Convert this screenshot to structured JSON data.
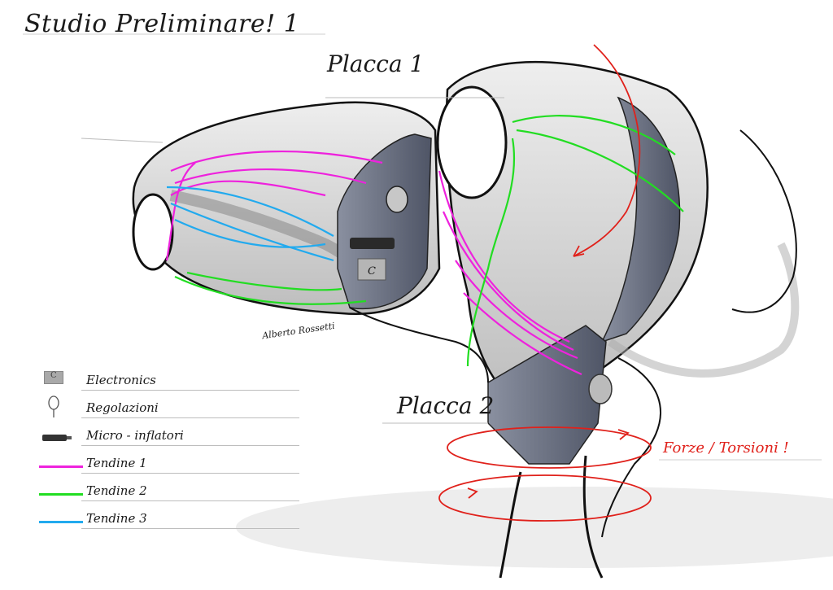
{
  "title": "Studio Preliminare! 1",
  "annotations": {
    "placca_1": "Placca 1",
    "placca_2": "Placca 2",
    "forze": "Forze / Torsioni !",
    "signature": "Alberto Rossetti",
    "electronics_tag": "C"
  },
  "legend": {
    "items": [
      {
        "key": "electronics",
        "label": "Electronics",
        "color": "#a9a9a9",
        "icon": "electronics-box-icon",
        "tag": "C"
      },
      {
        "key": "regulation",
        "label": "Regolazioni",
        "color": "#555555",
        "icon": "regulation-knob-icon"
      },
      {
        "key": "micro",
        "label": "Micro - inflatori",
        "color": "#333333",
        "icon": "micro-inflator-icon"
      },
      {
        "key": "tendon1",
        "label": "Tendine 1",
        "color": "#ee22dd",
        "icon": "tendon-line-icon"
      },
      {
        "key": "tendon2",
        "label": "Tendine 2",
        "color": "#22dd22",
        "icon": "tendon-line-icon"
      },
      {
        "key": "tendon3",
        "label": "Tendine 3",
        "color": "#22aaee",
        "icon": "tendon-line-icon"
      }
    ]
  },
  "colors": {
    "tendon1": "#ee22dd",
    "tendon2": "#22dd22",
    "tendon3": "#22aaee",
    "force": "#e0211b",
    "plate": "#6d7487",
    "shell": "#d9d9d9"
  }
}
